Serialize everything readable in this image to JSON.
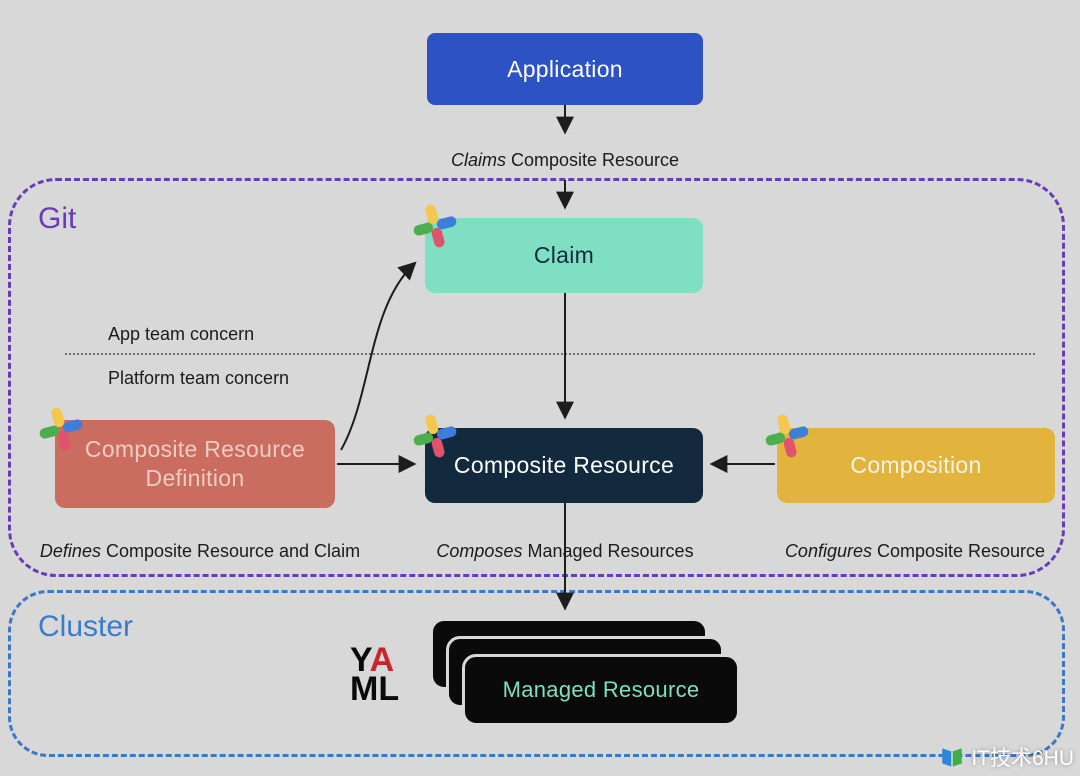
{
  "colors": {
    "background": "#d8d8d8",
    "application_box": "#2d52c4",
    "claim_box": "#7fdfc3",
    "composite_resource_definition_box": "#ca6c60",
    "composite_resource_box": "#132a3e",
    "composition_box": "#e2b33d",
    "git_border": "#6b3cb8",
    "git_label": "#6b3ab8",
    "cluster_border": "#3b78c6",
    "cluster_label": "#3b7cc9",
    "managed_resource_box": "#0a0a0a",
    "managed_resource_text": "#7fdfc3",
    "arrow": "#1d1d1d"
  },
  "nodes": {
    "application": "Application",
    "claim": "Claim",
    "composite_resource_definition": "Composite Resource Definition",
    "composite_resource": "Composite Resource",
    "composition": "Composition",
    "managed_resource": "Managed Resource"
  },
  "regions": {
    "git": "Git",
    "cluster": "Cluster"
  },
  "annotations": {
    "app_team": "App team concern",
    "platform_team": "Platform team concern"
  },
  "edge_labels": {
    "claims": {
      "italic": "Claims",
      "text": " Composite Resource"
    },
    "defines": {
      "italic": "Defines",
      "text": " Composite Resource and Claim"
    },
    "composes": {
      "italic": "Composes",
      "text": " Managed Resources"
    },
    "configures": {
      "italic": "Configures",
      "text": " Composite Resource"
    }
  },
  "yaml_logo": {
    "y": "Y",
    "a": "A",
    "ml": "ML"
  },
  "watermark": {
    "text": "IT技术6HU"
  }
}
